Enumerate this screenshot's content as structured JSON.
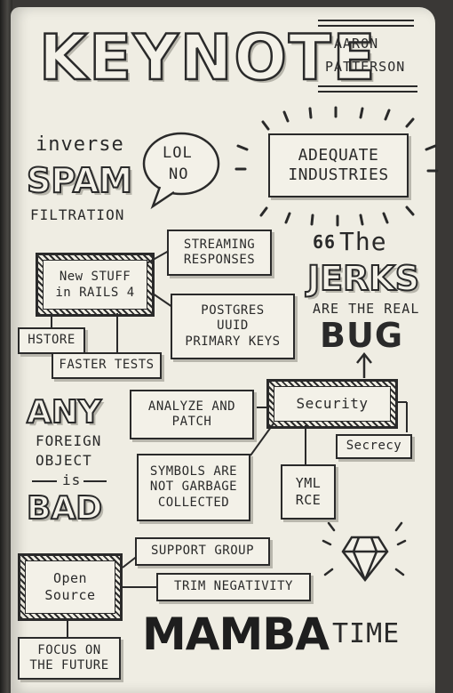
{
  "header": {
    "title": "KEYNOTE",
    "speaker_first": "AARON",
    "speaker_last": "PATTERSON"
  },
  "spam": {
    "line1": "inverse",
    "line2": "SPAM",
    "line3": "FILTRATION"
  },
  "bubble": {
    "line1": "LOL",
    "line2": "NO"
  },
  "company": {
    "line1": "ADEQUATE",
    "line2": "INDUSTRIES"
  },
  "rails": {
    "center": "New STUFF\nin RAILS 4",
    "streaming": "STREAMING\nRESPONSES",
    "postgres": "POSTGRES\nUUID\nPRIMARY KEYS",
    "hstore": "HSTORE",
    "faster_tests": "FASTER TESTS"
  },
  "quote": {
    "mark": "66",
    "the": "The",
    "jerks": "JERKS",
    "are_the_real": "ARE THE REAL",
    "bug": "BUG"
  },
  "security": {
    "center": "Security",
    "analyze": "ANALYZE AND\nPATCH",
    "secrecy": "Secrecy",
    "symbols": "SYMBOLS ARE\nNOT GARBAGE\nCOLLECTED",
    "yml": "YML\nRCE"
  },
  "foreign": {
    "any": "ANY",
    "line2": "FOREIGN",
    "line3": "OBJECT",
    "is": "is",
    "bad": "BAD"
  },
  "open_source": {
    "center": "Open\nSource",
    "support": "SUPPORT GROUP",
    "trim": "TRIM NEGATIVITY",
    "focus": "FOCUS ON\nTHE FUTURE"
  },
  "mamba": {
    "word1": "MAMBA",
    "word2": "TIME"
  }
}
